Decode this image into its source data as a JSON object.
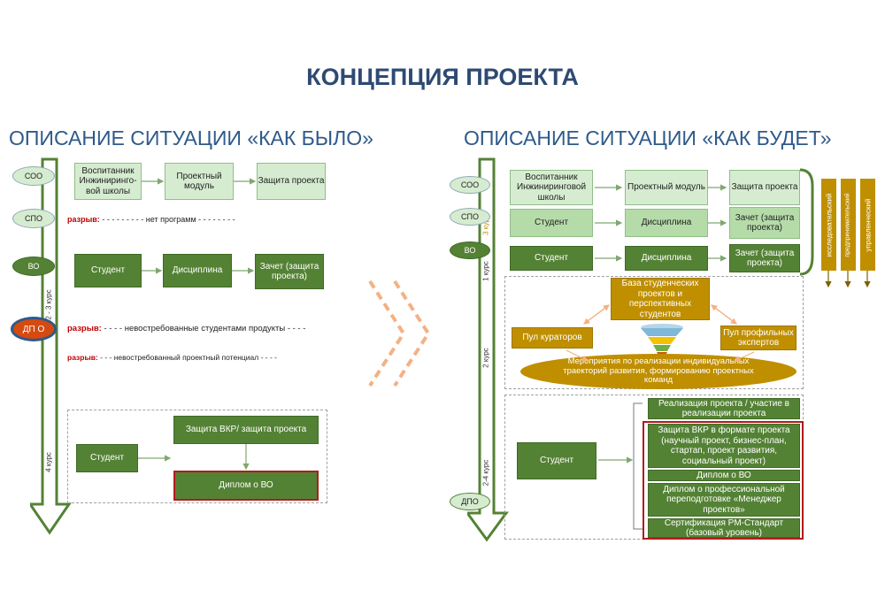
{
  "title": "КОНЦЕПЦИЯ ПРОЕКТА",
  "left": {
    "heading": "ОПИСАНИЕ СИТУАЦИИ «КАК БЫЛО»",
    "levels": {
      "soo": "СОО",
      "spo": "СПО",
      "vo": "ВО",
      "dpo": "ДП О"
    },
    "soo_chain": [
      "Воспитанник Инжиниринго-вой школы",
      "Проектный модуль",
      "Защита проекта"
    ],
    "spo_gap_label": "разрыв:",
    "spo_gap_text": "- - - - - - - - - нет программ - - - - - - - -",
    "vo_chain": [
      "Студент",
      "Дисциплина",
      "Зачет (защита проекта)"
    ],
    "dpo_gap1_label": "разрыв:",
    "dpo_gap1_text": "- - - - невостребованные студентами продукты - - - -",
    "dpo_gap2_label": "разрыв:",
    "dpo_gap2_text": "- - - невостребованный проектный потенциал - - - -",
    "course_23": "2 - 3 курс",
    "course_4": "4 курс",
    "final_student": "Студент",
    "final_vkr": "Защита ВКР/ защита проекта",
    "final_diploma": "Диплом о ВО"
  },
  "right": {
    "heading": "ОПИСАНИЕ СИТУАЦИИ «КАК БУДЕТ»",
    "levels": {
      "soo": "СОО",
      "spo": "СПО",
      "vo": "ВО",
      "dpo": "ДПО"
    },
    "row1": [
      "Воспитанник Инжиниринговой школы",
      "Проектный модуль",
      "Защита проекта"
    ],
    "row2": [
      "Студент",
      "Дисциплина",
      "Зачет (защита проекта)"
    ],
    "row3": [
      "Студент",
      "Дисциплина",
      "Зачет (защита проекта)"
    ],
    "course_3": "3 курс",
    "course_1": "1 курс",
    "course_2": "2 курс",
    "course_24": "2-4 курс",
    "bars": [
      "исследовательский",
      "предпринимательский",
      "управленческий"
    ],
    "db": "База студенческих проектов и перспективных студентов",
    "curators": "Пул кураторов",
    "experts": "Пул профильных экспертов",
    "events": "Мероприятия по реализации индивидуальных траекторий развития, формированию проектных команд",
    "student": "Студент",
    "outcomes": [
      "Реализация проекта / участие в реализации проекта",
      "Защита ВКР в формате проекта (научный проект, бизнес-план, стартап, проект развития, социальный проект)",
      "Диплом о ВО",
      "Диплом о профессиональной переподготовке «Менеджер проектов»",
      "Сертификация PM-Стандарт (базовый уровень)"
    ]
  },
  "colors": {
    "title": "#2e4a73",
    "heading": "#2e5a8a",
    "dark_green": "#548235",
    "light_green": "#d6ecd0",
    "gold": "#bf8f00",
    "orange": "#f4b183",
    "red": "#b01c1c"
  }
}
